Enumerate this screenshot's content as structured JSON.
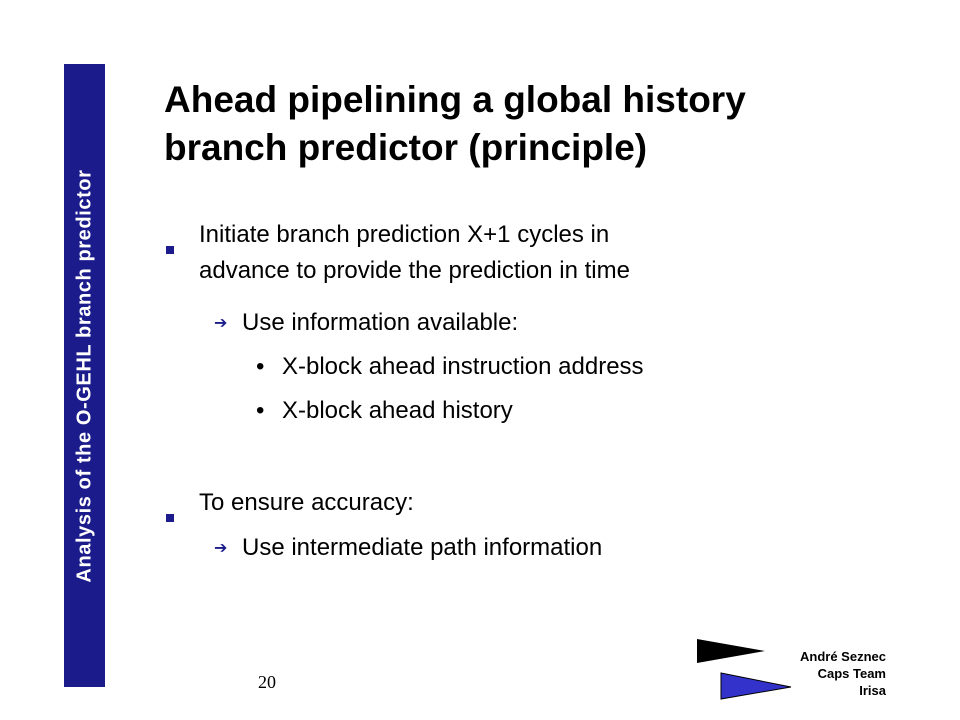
{
  "sidebar": {
    "text": "Analysis of  the O-GEHL branch predictor",
    "color": "#1b1b8c"
  },
  "title": {
    "line1": "Ahead pipelining a global history",
    "line2": "branch predictor (principle)"
  },
  "bullets": [
    {
      "marker": "square-bullet",
      "lines": [
        "Initiate branch prediction X+1 cycles  in",
        "advance to provide the prediction in time"
      ]
    },
    {
      "marker": "arrow-bullet",
      "text": "Use information available:"
    },
    {
      "marker": "dot-bullet",
      "text": "X-block ahead instruction address"
    },
    {
      "marker": "dot-bullet",
      "text": "X-block ahead history"
    },
    {
      "marker": "square-bullet",
      "text": "To ensure accuracy:"
    },
    {
      "marker": "arrow-bullet",
      "text": "Use  intermediate path information"
    }
  ],
  "footer": {
    "page_number": "20",
    "author": [
      "André Seznec",
      "Caps Team",
      "Irisa"
    ],
    "logo_colors": [
      "#000000",
      "#3333cc"
    ]
  },
  "icons": {
    "square": "square-bullet-icon",
    "arrow": "arrow-bullet-icon",
    "logo": "irisa-logo-icon"
  }
}
